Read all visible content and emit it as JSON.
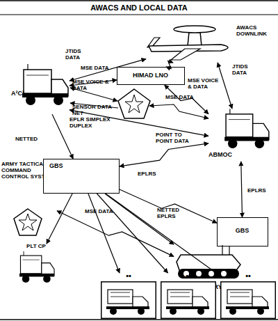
{
  "diagram": {
    "title": "AWACS AND LOCAL DATA",
    "nodes": [
      {
        "text": [
          "AWACS DOWNLINK"
        ]
      },
      {
        "text": [
          "A²C²"
        ]
      },
      {
        "text": [
          "HIMAD LNO"
        ]
      },
      {
        "text": [
          "ABMOC"
        ]
      },
      {
        "text": [
          "ARMY TACTICAL COMMAND CONTROL SYSTEM"
        ]
      },
      {
        "text": [
          "GBS"
        ]
      },
      {
        "text": [
          "GBS"
        ]
      },
      {
        "text": [
          "PLT CP"
        ]
      },
      {
        "text": [
          "BTRY CP"
        ]
      },
      {
        "text": [
          "••"
        ]
      },
      {
        "text": [
          "••"
        ]
      },
      {
        "text": [
          "••"
        ]
      }
    ],
    "edges": [
      {
        "from": 1,
        "to": 0,
        "arrow": "both",
        "label": "JTIDS DATA"
      },
      {
        "from": 1,
        "to": 2,
        "arrow": "both",
        "label": "MSE DATA"
      },
      {
        "from": 2,
        "to": 0,
        "arrow": "both"
      },
      {
        "from": 0,
        "to": 3,
        "arrow": "both",
        "label": "JTIDS DATA"
      },
      {
        "from": 2,
        "to": 3,
        "arrow": "both",
        "label": "MSE VOICE & DATA"
      },
      {
        "from": 1,
        "to": 3,
        "arrow": "both",
        "label": "POINT TO POINT DATA"
      },
      {
        "from": 1,
        "to": 5,
        "arrow": "to",
        "label": "NETTED"
      },
      {
        "from": 5,
        "to": 3,
        "arrow": "both",
        "label": "EPLRS"
      },
      {
        "from": 3,
        "to": 6,
        "arrow": "both",
        "label": "EPLRS"
      },
      {
        "from": 5,
        "to": 6,
        "arrow": "to",
        "label": "NETTED EPLRS"
      },
      {
        "from": 4,
        "to": 8,
        "arrow": "both",
        "label": "MSE DATA"
      },
      {
        "from": 5,
        "to": 7,
        "arrow": "to"
      },
      {
        "from": 5,
        "to": 8,
        "arrow": "to"
      },
      {
        "from": 5,
        "to": 9,
        "arrow": "to"
      },
      {
        "from": 5,
        "to": 10,
        "arrow": "to"
      },
      {
        "from": 5,
        "to": 11,
        "arrow": "to"
      }
    ],
    "labels": [
      "MSE VOICE & DATA",
      "SENSOR DATA NET",
      "MSE DATA",
      "EPLR SIMPLEX DUPLEX"
    ]
  }
}
